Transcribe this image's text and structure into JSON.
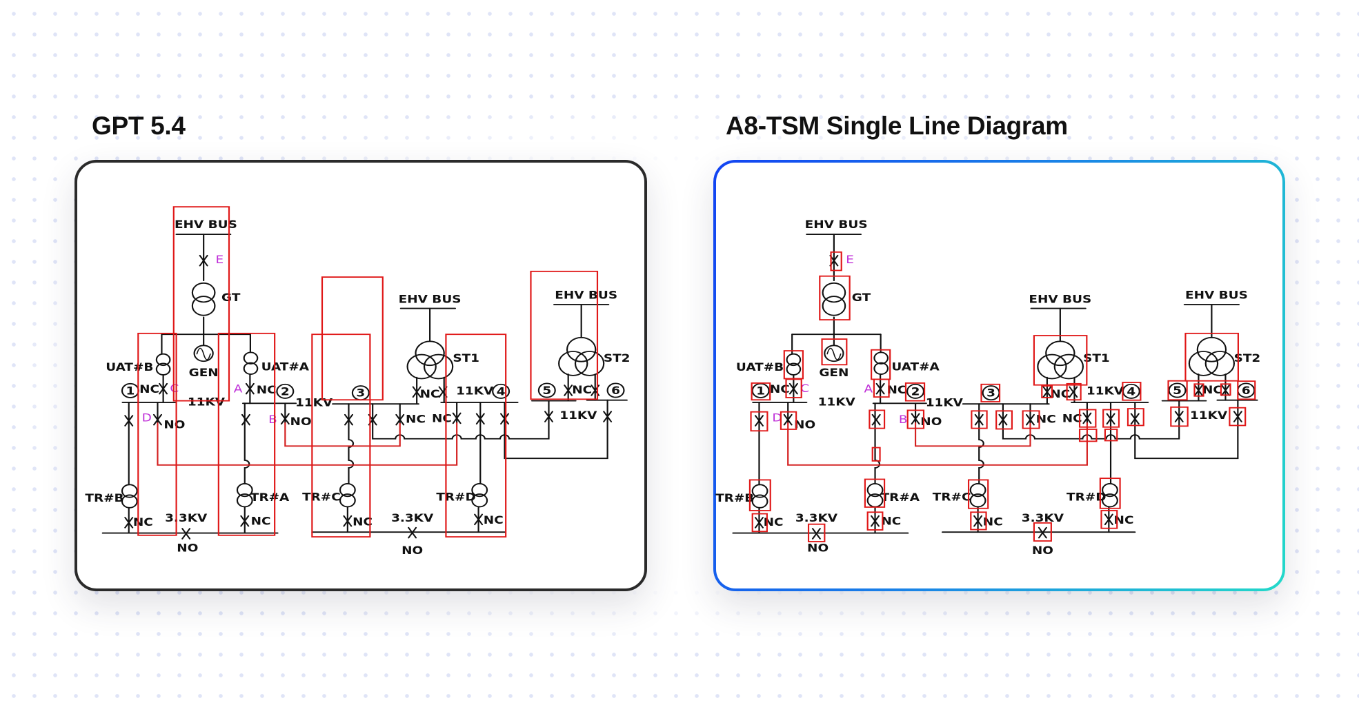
{
  "panels": [
    {
      "title": "GPT 5.4"
    },
    {
      "title": "A8-TSM Single Line Diagram"
    }
  ],
  "diagram": {
    "labels": {
      "ehv_bus_gt": "EHV BUS",
      "e": "E",
      "gt": "GT",
      "gen": "GEN",
      "uat_b": "UAT#B",
      "uat_a": "UAT#A",
      "nc_c": "NC",
      "c": "C",
      "a": "A",
      "nc_a": "NC",
      "kv11_1": "11KV",
      "kv11_2": "11KV",
      "d": "D",
      "no_d": "NO",
      "b": "B",
      "no_b": "NO",
      "nc_bus3": "NC",
      "nc_bus4": "NC",
      "ehv_bus_st1": "EHV BUS",
      "st1": "ST1",
      "nc_st1": "NC",
      "kv11_4": "11KV",
      "ehv_bus_st2": "EHV BUS",
      "st2": "ST2",
      "nc_st2": "NC",
      "kv11_56": "11KV",
      "tr_b": "TR#B",
      "nc_tr_b": "NC",
      "kv33_1": "3.3KV",
      "no_33_1": "NO",
      "tr_a": "TR#A",
      "nc_tr_a": "NC",
      "tr_c": "TR#C",
      "nc_tr_c": "NC",
      "kv33_2": "3.3KV",
      "no_33_2": "NO",
      "tr_d": "TR#D",
      "nc_tr_d": "NC"
    },
    "bus_numbers": [
      "1",
      "2",
      "3",
      "4",
      "5",
      "6"
    ]
  },
  "colors": {
    "line": "#111111",
    "tie_line": "#d42020",
    "letter_tag": "#c030d8",
    "detection_box": "#e01818",
    "left_border": "#2a2a2a",
    "right_border_gradient": [
      "#1243f2",
      "#23d9c9"
    ]
  }
}
